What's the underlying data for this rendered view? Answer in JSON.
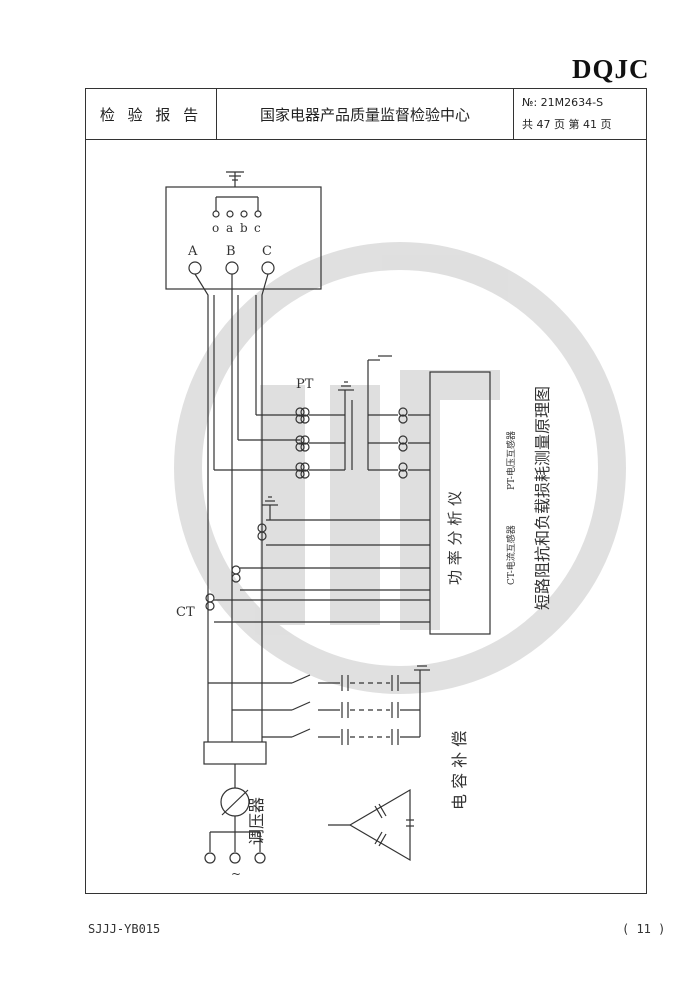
{
  "brand": "DQJC",
  "header": {
    "report_label": "检 验 报 告",
    "center_name": "国家电器产品质量监督检验中心",
    "report_no": "№: 21M2634-S",
    "page_info": "共 47 页   第 41 页"
  },
  "diagram": {
    "terminals_top": [
      "o",
      "a",
      "b",
      "c"
    ],
    "terminals_main": [
      "A",
      "B",
      "C"
    ],
    "pt_label": "PT",
    "ct_label": "CT",
    "analyzer_label": "功 率 分 析 仪",
    "pt_note": "PT-电压互感器",
    "ct_note": "CT-电流互感器",
    "caption": "短路阻抗和负载损耗测量原理图",
    "capacitor_label": "电 容 补 偿",
    "regulator_label": "调压器",
    "source_symbol": "~"
  },
  "footer": {
    "form_code": "SJJJ-YB015",
    "page": "( 11 )"
  }
}
